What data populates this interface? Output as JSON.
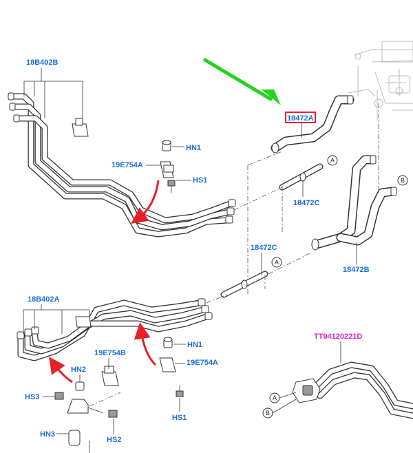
{
  "labels": {
    "tube_upper": "18B402B",
    "hose_highlight": "18472A",
    "bracket_upper": "19E754A",
    "nut_upper": "HN1",
    "screw_upper": "HS1",
    "connector_upper": "18472C",
    "hose_right": "18472B",
    "connector_lower": "18472C",
    "tube_lower": "18B402A",
    "nut_lower_right": "HN1",
    "bracket_lower_right": "19E754A",
    "screw_lower_right": "HS1",
    "bracket_lower_mid": "19E754B",
    "nut_lower_left": "HN2",
    "screw_lower_left": "HS3",
    "screw_lower_mid": "HS2",
    "nut_bottom": "HN3",
    "figure_ref": "TT94120221D"
  },
  "connection_markers": [
    "A",
    "B"
  ],
  "colors": {
    "callout_text": "#1a6fd8",
    "figure_ref_text": "#e020c8",
    "highlight_box": "#e8202a",
    "pointer_arrow": "#22d41a",
    "direction_arrow": "#e8202a",
    "line_art": "#333333"
  }
}
